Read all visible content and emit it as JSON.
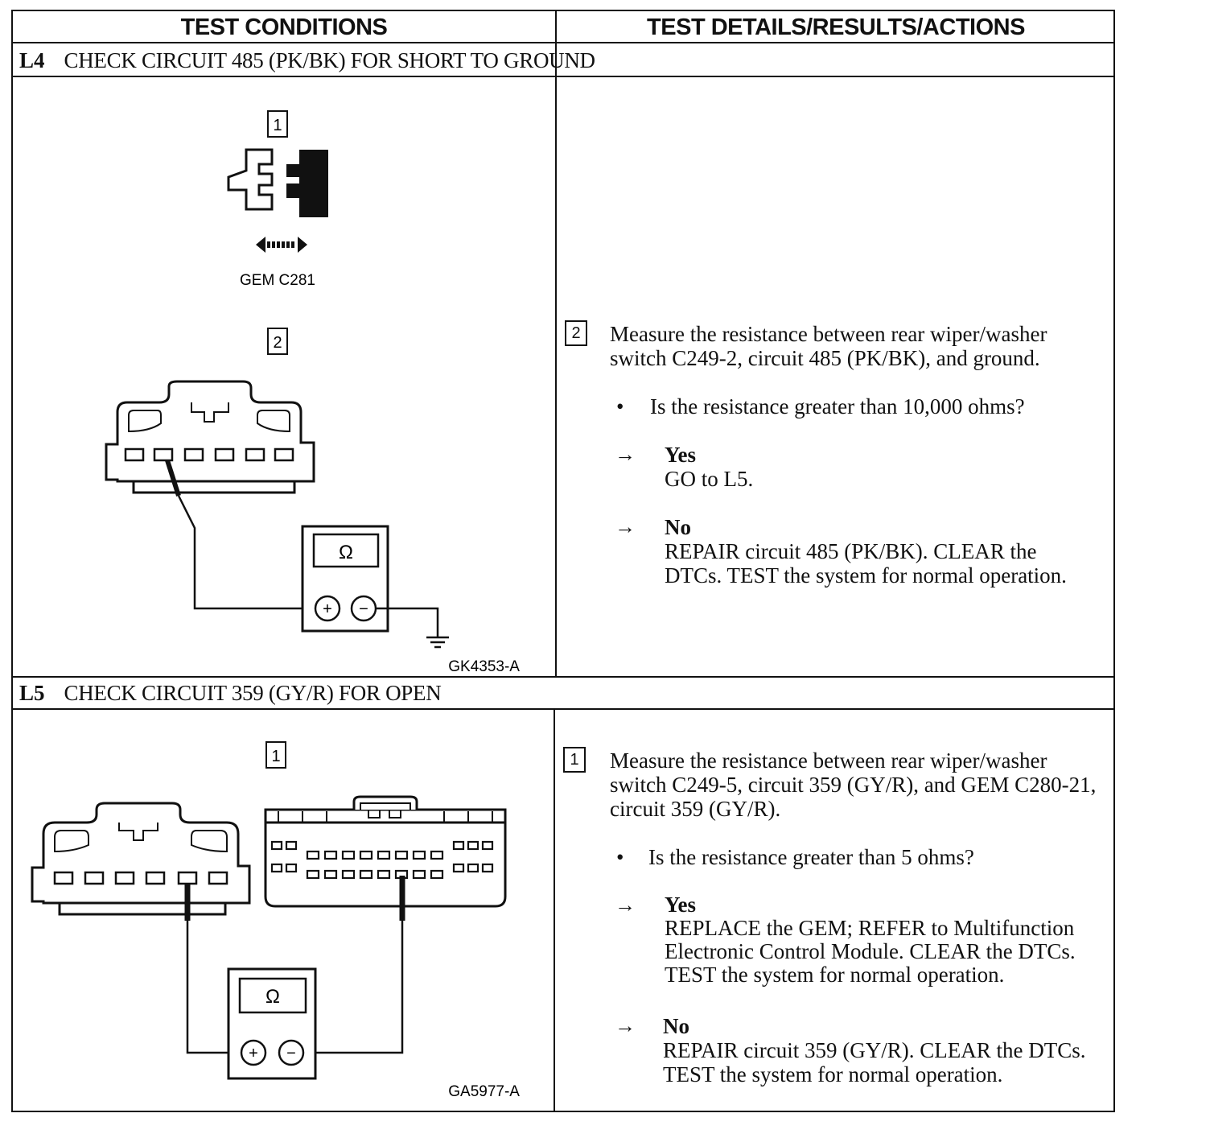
{
  "header": {
    "left": "TEST CONDITIONS",
    "right": "TEST DETAILS/RESULTS/ACTIONS"
  },
  "sections": [
    {
      "id": "L4",
      "title": "CHECK CIRCUIT 485 (PK/BK) FOR SHORT TO GROUND",
      "figure": {
        "step1": "1",
        "connector_label": "GEM C281",
        "step2": "2",
        "ohm_symbol": "Ω",
        "plus": "+",
        "minus": "−",
        "figure_id": "GK4353-A"
      },
      "step_number": "2",
      "instruction": "Measure the resistance between rear wiper/washer switch C249-2, circuit 485 (PK/BK), and ground.",
      "question": "Is the resistance greater than 10,000 ohms?",
      "yes_label": "Yes",
      "yes_action": "GO to L5.",
      "no_label": "No",
      "no_action": "REPAIR circuit 485 (PK/BK). CLEAR the DTCs. TEST the system for normal operation."
    },
    {
      "id": "L5",
      "title": "CHECK CIRCUIT 359 (GY/R) FOR OPEN",
      "figure": {
        "step1": "1",
        "ohm_symbol": "Ω",
        "plus": "+",
        "minus": "−",
        "figure_id": "GA5977-A"
      },
      "step_number": "1",
      "instruction": "Measure the resistance between rear wiper/washer switch C249-5, circuit 359 (GY/R), and GEM C280-21, circuit 359 (GY/R).",
      "question": "Is the resistance greater than 5 ohms?",
      "yes_label": "Yes",
      "yes_action": "REPLACE the GEM; REFER to Multifunction Electronic Control Module. CLEAR the DTCs. TEST the system for normal operation.",
      "no_label": "No",
      "no_action": "REPAIR circuit 359 (GY/R). CLEAR the DTCs. TEST the system for normal operation."
    }
  ],
  "arrow_glyph": "→",
  "bullet_glyph": "•"
}
